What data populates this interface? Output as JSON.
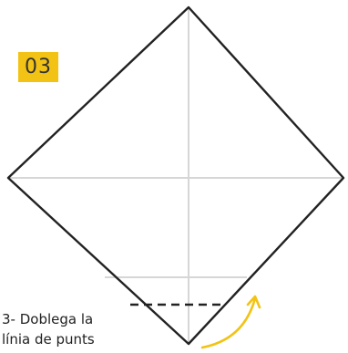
{
  "step": {
    "number": "03"
  },
  "instruction": {
    "line1": "3- Doblega la",
    "line2": "línia de punts"
  },
  "colors": {
    "outline": "#222222",
    "crease": "#d6d6d6",
    "dashed_line": "#222222",
    "badge": "#f2c314",
    "arrow": "#f2c314"
  },
  "icons": {
    "fold_arrow": "curved-arrow-up-right-icon"
  }
}
